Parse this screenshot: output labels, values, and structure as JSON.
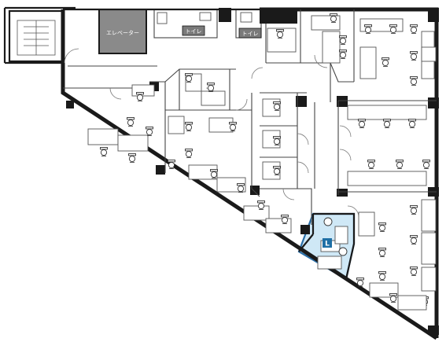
{
  "floorplan": {
    "labels": {
      "elevator": "エレベーター",
      "toilet_left": "トイレ",
      "toilet_right": "トイレ"
    },
    "highlight": {
      "marker": "L",
      "fill_color": "#cfe8f6",
      "stroke_color": "#2b6fa8",
      "badge_color": "#1f6fa5"
    },
    "elevator_fill": "#8a8a8a",
    "toilet_label_fill": "#7a7a7a"
  }
}
